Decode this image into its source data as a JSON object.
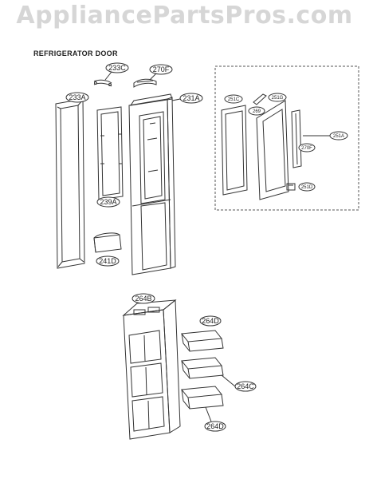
{
  "watermark": "AppliancePartsPros.com",
  "section_title": "REFRIGERATOR DOOR",
  "callouts": {
    "c233C": "233C",
    "c270F": "270F",
    "c233A": "233A",
    "c231A": "231A",
    "c239A": "239A",
    "c241D": "241D",
    "c251C": "251C",
    "c269": "269",
    "c251G": "251G",
    "c270F_b": "270F",
    "c251A": "251A",
    "c251D": "251D",
    "c264B": "264B",
    "c264D_1": "264D",
    "c264C": "264C",
    "c264D_2": "264D"
  },
  "colors": {
    "line": "#333333",
    "watermark": "#d6d6d6",
    "inset_border": "#555555"
  }
}
